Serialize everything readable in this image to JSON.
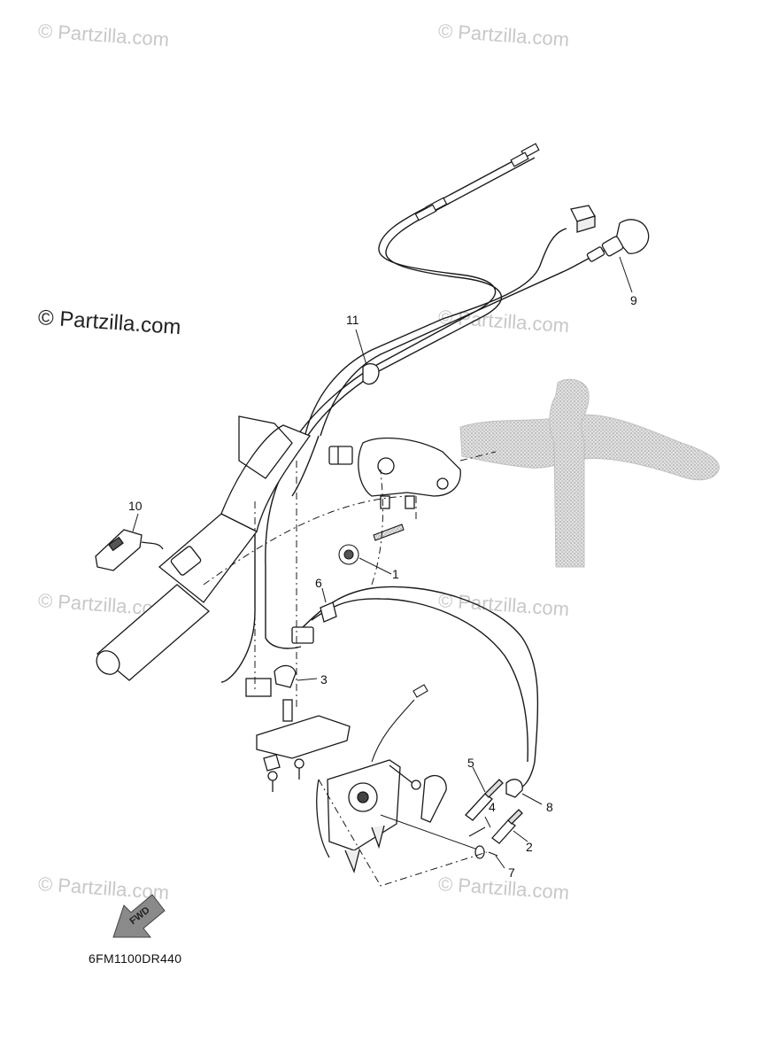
{
  "watermarks": {
    "faint": "© Partzilla.com",
    "strong": "© Partzilla.com"
  },
  "callouts": {
    "c1": "1",
    "c2": "2",
    "c3": "3",
    "c4": "4",
    "c5": "5",
    "c6": "6",
    "c7": "7",
    "c8": "8",
    "c9": "9",
    "c10": "10",
    "c11": "11"
  },
  "fwd_label": "FWD",
  "diagram_code": "6FM1100DR440",
  "colors": {
    "line": "#1a1a1a",
    "watermark": "#c8c8c8",
    "ghost": "#bdbdbd"
  }
}
